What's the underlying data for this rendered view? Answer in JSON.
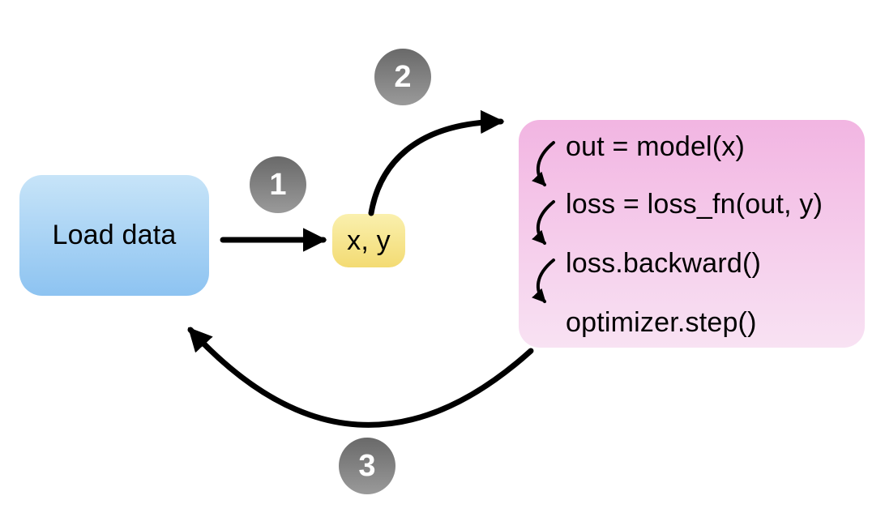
{
  "diagram": {
    "background": "#ffffff",
    "nodes": {
      "load_data": {
        "label": "Load data",
        "fill_top": "#c7e4f8",
        "fill_bottom": "#8dc3f1"
      },
      "batch": {
        "label": "x, y",
        "fill_top": "#faf0ae",
        "fill_bottom": "#f3db73"
      },
      "train_step": {
        "fill_top": "#f2b5e2",
        "fill_bottom": "#f8e2f3",
        "lines": [
          "out = model(x)",
          "loss = loss_fn(out, y)",
          "loss.backward()",
          "optimizer.step()"
        ]
      }
    },
    "badges": [
      {
        "label": "1"
      },
      {
        "label": "2"
      },
      {
        "label": "3"
      }
    ],
    "edges": [
      {
        "badge": "1",
        "from": "load_data",
        "to": "batch"
      },
      {
        "badge": "2",
        "from": "batch",
        "to": "train_step"
      },
      {
        "badge": "3",
        "from": "train_step",
        "to": "load_data"
      }
    ],
    "colors": {
      "arrow": "#000000",
      "badge_top": "#696969",
      "badge_bottom": "#9a9a9a",
      "text": "#000000"
    }
  }
}
